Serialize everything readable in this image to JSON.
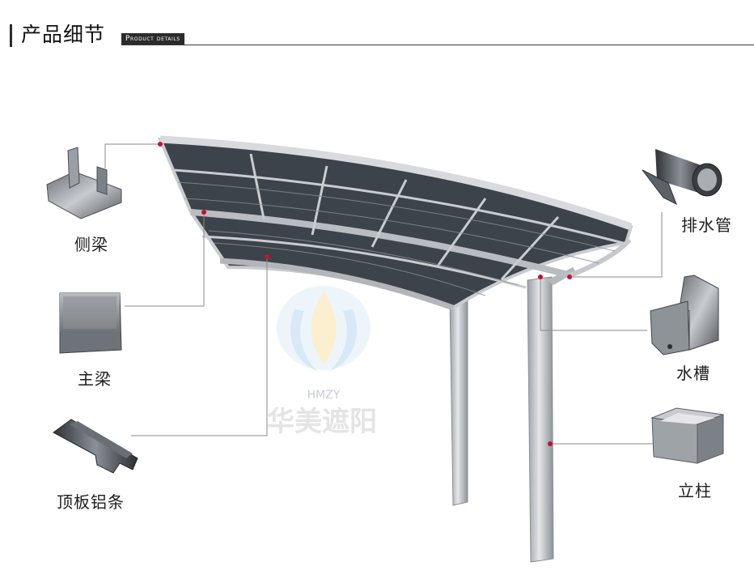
{
  "header": {
    "title": "产品细节",
    "badge": "Product details"
  },
  "watermark": {
    "brand": "HMZY",
    "name": "华美遮阳"
  },
  "parts": {
    "side_beam": "侧梁",
    "main_beam": "主梁",
    "roof_strip": "顶板铝条",
    "drain_pipe": "排水管",
    "gutter": "水槽",
    "column": "立柱"
  },
  "colors": {
    "callout_line": "#8a8a8a",
    "marker": "#c8102e",
    "roof_panel": "#3b4147",
    "frame": "#c9ccd0"
  }
}
